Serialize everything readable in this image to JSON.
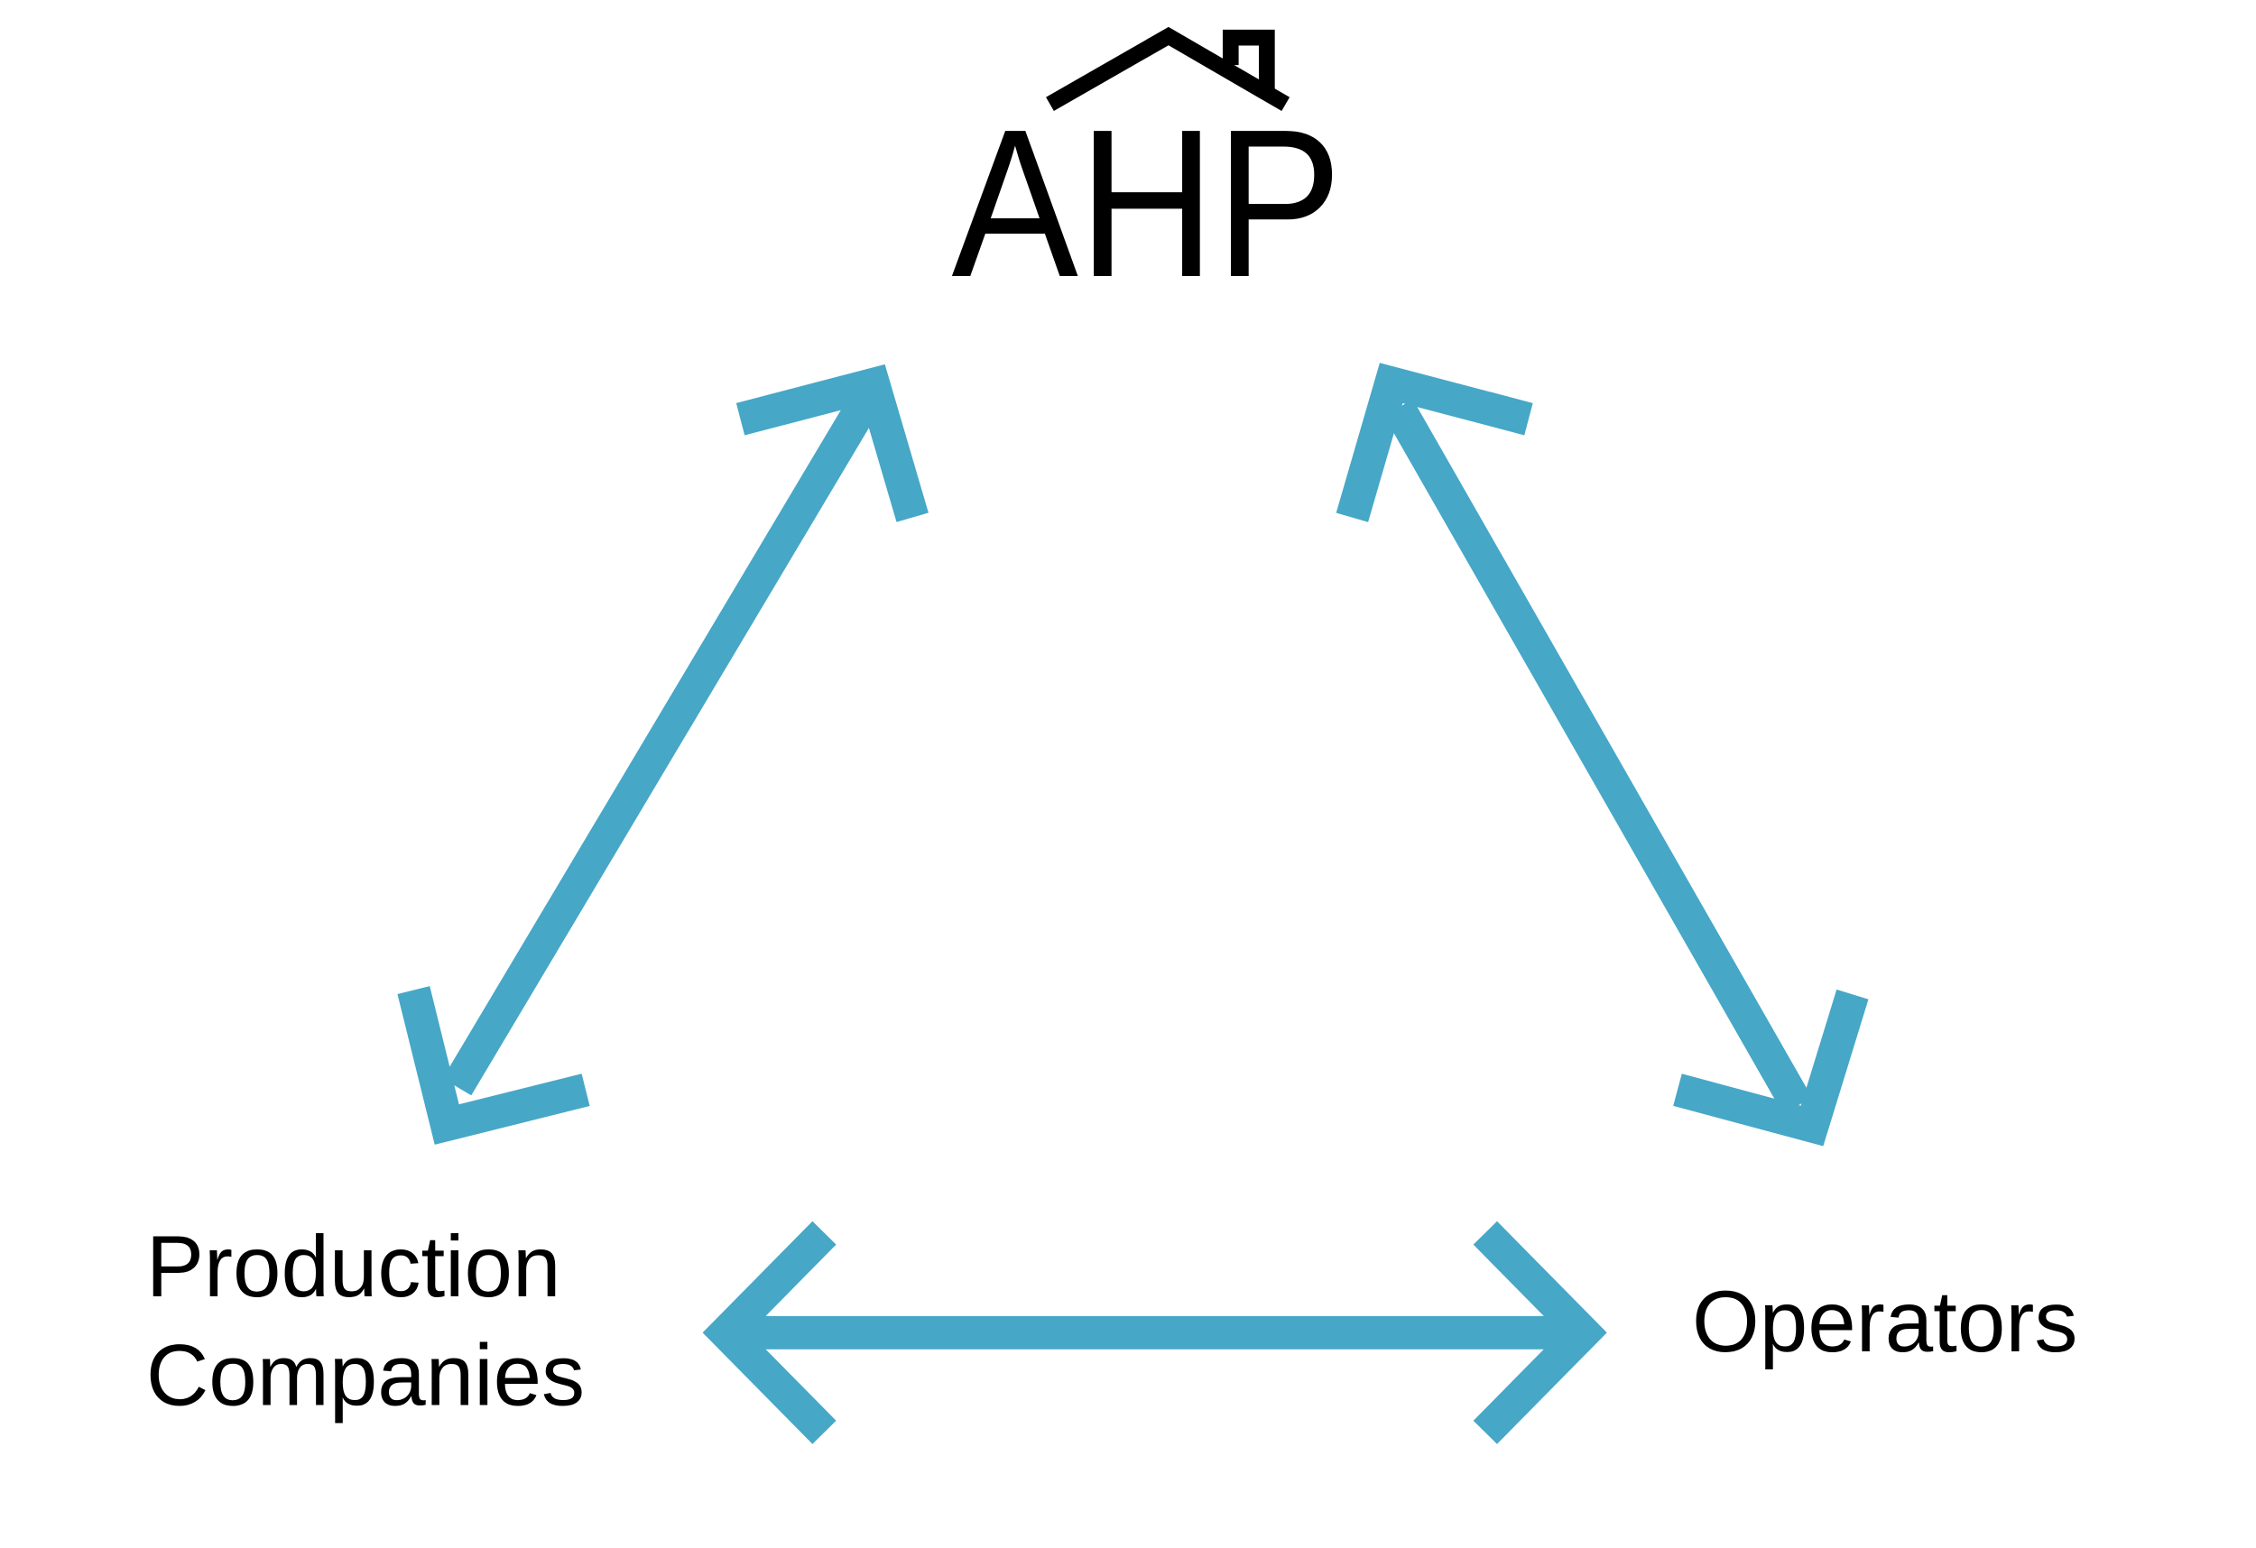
{
  "logo": {
    "text": "AHP",
    "icon": "house-roof-icon"
  },
  "nodes": {
    "production_line1": "Production",
    "production_line2": "Companies",
    "operators": "Operators"
  },
  "colors": {
    "arrow": "#46a7c7",
    "text": "#000000"
  }
}
